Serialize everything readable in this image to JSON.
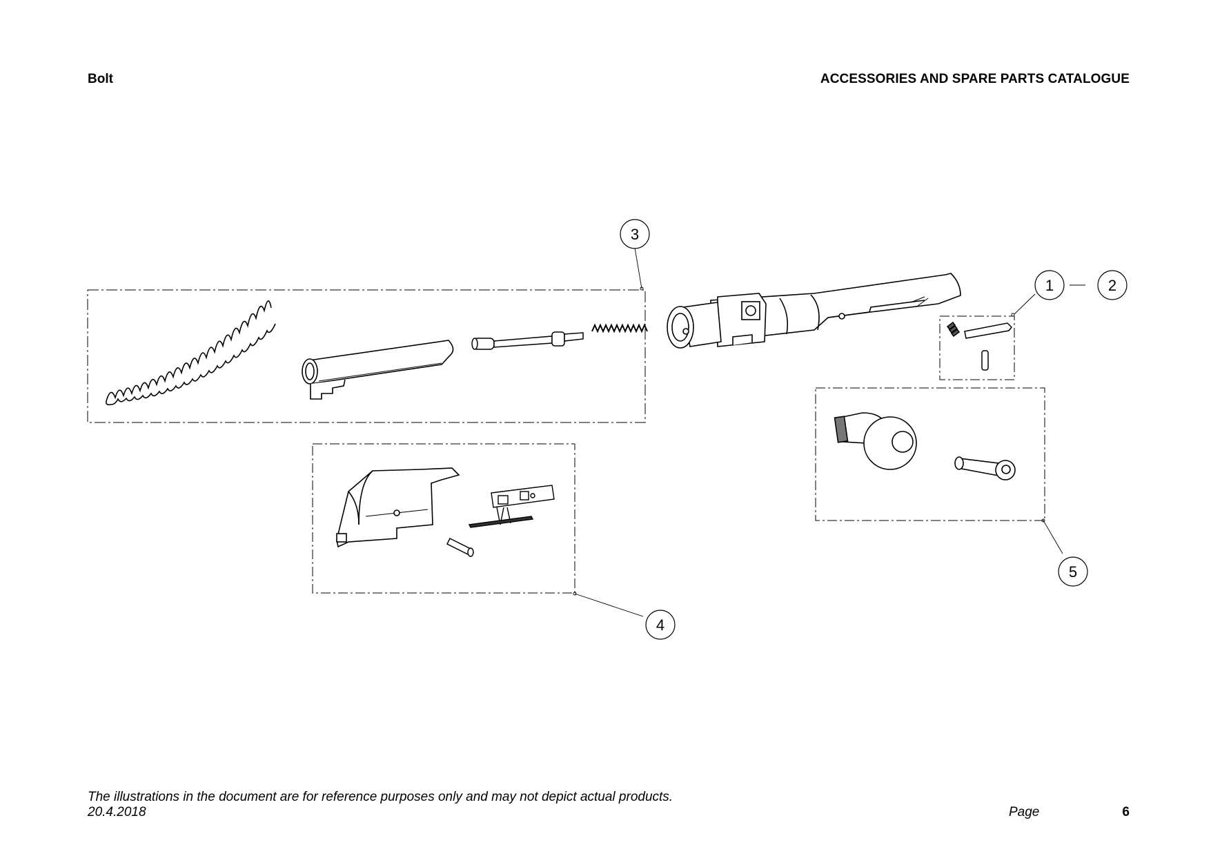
{
  "header": {
    "section_title": "Bolt",
    "catalogue_title": "ACCESSORIES AND SPARE PARTS CATALOGUE"
  },
  "callouts": {
    "c1": "1",
    "c2": "2",
    "c3": "3",
    "c4": "4",
    "c5": "5"
  },
  "footer": {
    "disclaimer": "The illustrations in the document are for reference purposes only and may not depict actual products.",
    "date": "20.4.2018",
    "page_label": "Page",
    "page_number": "6"
  }
}
